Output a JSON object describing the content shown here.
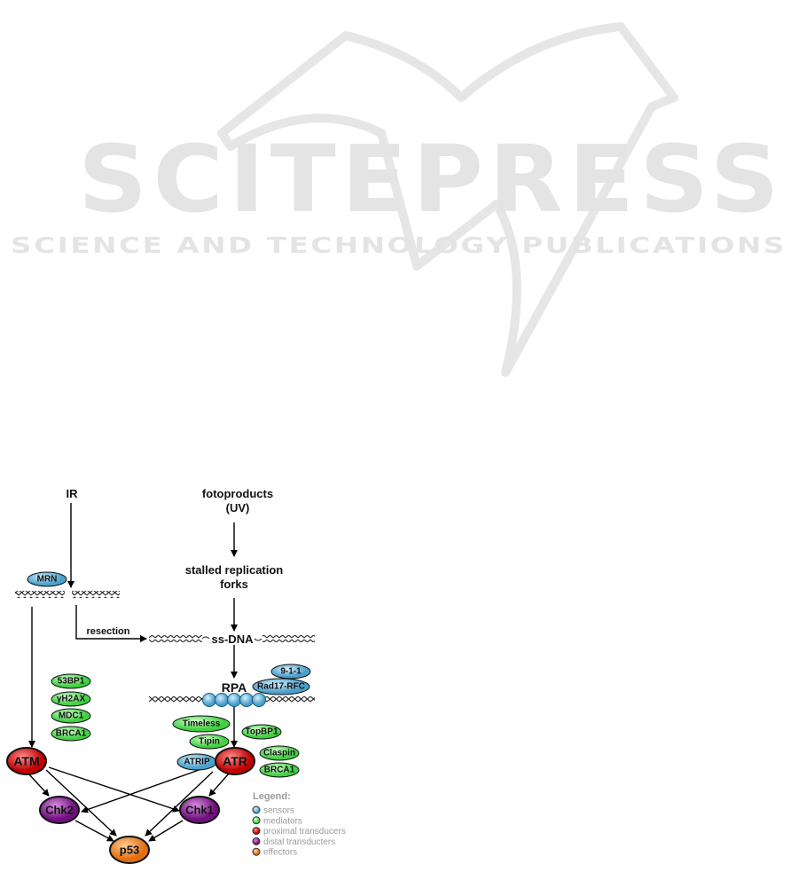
{
  "watermark": {
    "title": "SCITEPRESS",
    "subtitle": "SCIENCE AND TECHNOLOGY PUBLICATIONS"
  },
  "colors": {
    "sensor": "#6ab4d8",
    "mediator": "#66e060",
    "proximal": "#e02020",
    "distal": "#8a1a9a",
    "effector": "#f08a20"
  },
  "diagram": {
    "ir": "IR",
    "uv_line1": "fotoproducts",
    "uv_line2": "(UV)",
    "stalled_line1": "stalled replication",
    "stalled_line2": "forks",
    "resection": "resection",
    "ssdna": "ss-DNA",
    "rpa": "RPA",
    "nodes": {
      "mrn": "MRN",
      "n911": "9-1-1",
      "rad17": "Rad17-RFC",
      "bp53": "53BP1",
      "h2ax": "γH2AX",
      "mdc1": "MDC1",
      "brca1a": "BRCA1",
      "timeless": "Timeless",
      "tipin": "Tipin",
      "topbp1": "TopBP1",
      "claspin": "Claspin",
      "brca1b": "BRCA1",
      "atrip": "ATRIP",
      "atr": "ATR",
      "atm": "ATM",
      "chk2": "Chk2",
      "chk1": "Chk1",
      "p53": "p53"
    },
    "legend": {
      "title": "Legend:",
      "items": [
        "sensors",
        "mediators",
        "proximal transducers",
        "distal transducters",
        "effectors"
      ]
    }
  }
}
